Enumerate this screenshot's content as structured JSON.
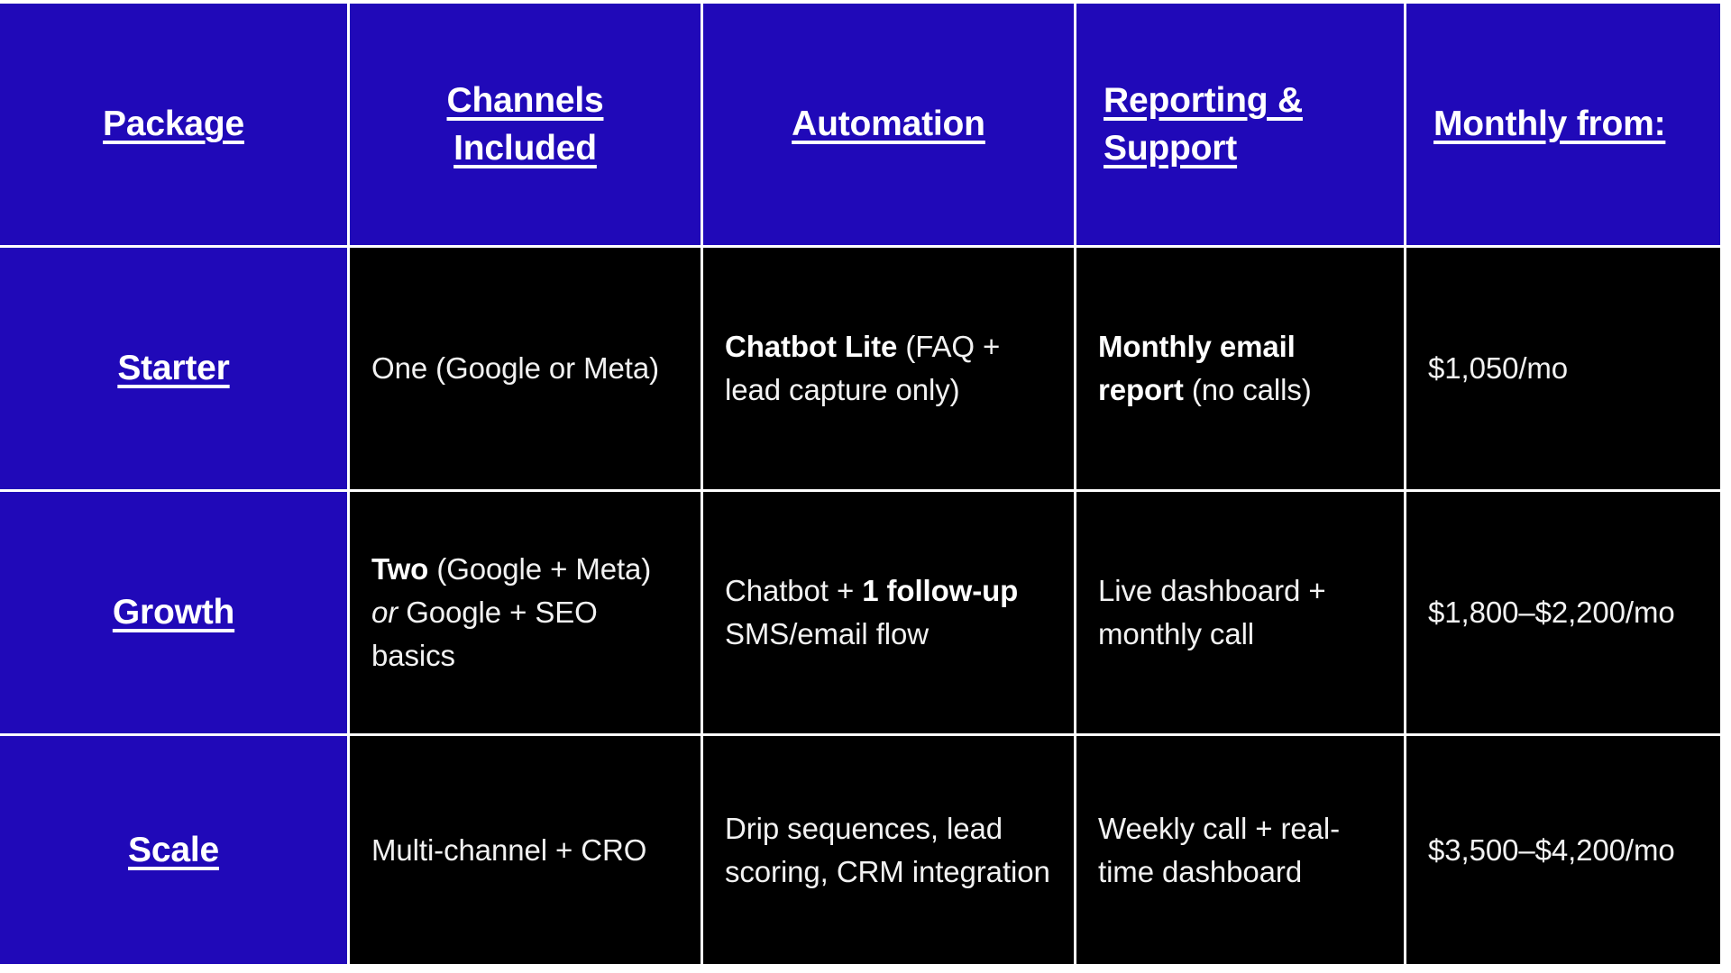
{
  "theme": {
    "header_bg": "#2009b8",
    "package_bg": "#2009b8",
    "cell_bg": "#000000",
    "text_color": "#ffffff",
    "border_color": "#ffffff",
    "page_bg": "#ffffff"
  },
  "table": {
    "columns": [
      {
        "key": "package",
        "label": "Package"
      },
      {
        "key": "channels",
        "label_line1": "Channels",
        "label_line2": "Included"
      },
      {
        "key": "automation",
        "label": "Automation "
      },
      {
        "key": "reporting",
        "label_line1": "Reporting &",
        "label_line2": "Support"
      },
      {
        "key": "price",
        "label": "Monthly from:"
      }
    ],
    "rows": [
      {
        "package": "Starter",
        "channels": {
          "plain1": "One (Google or Meta)"
        },
        "automation": {
          "bold": "Chatbot Lite",
          "plain2": " (FAQ + lead capture only)"
        },
        "reporting": {
          "bold": "Monthly email report",
          "plain2": " (no calls)"
        },
        "price": "$1,050/mo"
      },
      {
        "package": "Growth",
        "channels": {
          "bold": "Two",
          "plain2": " (Google + Meta) ",
          "italic": "or",
          "plain3": " Google + SEO basics"
        },
        "automation": {
          "plain1": "Chatbot + ",
          "bold": "1 follow-up",
          "plain2": " SMS/email flow"
        },
        "reporting": {
          "plain1": "Live dashboard + monthly call"
        },
        "price": "$1,800–$2,200/mo"
      },
      {
        "package": "Scale",
        "channels": {
          "plain1": "Multi-channel + CRO"
        },
        "automation": {
          "plain1": "Drip sequences, lead scoring, CRM integration"
        },
        "reporting": {
          "plain1": "Weekly call + real-time dashboard"
        },
        "price": "$3,500–$4,200/mo"
      }
    ]
  }
}
